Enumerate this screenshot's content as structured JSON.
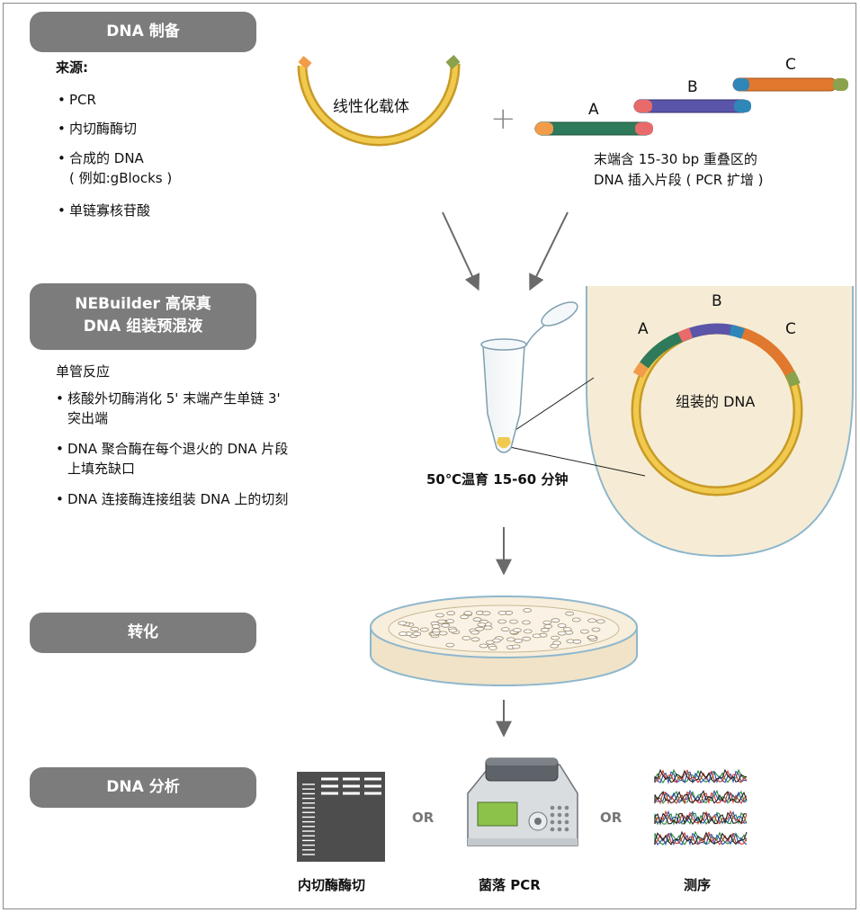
{
  "steps": {
    "prep": "DNA 制备",
    "nebuilder_line1": "NEBuilder 高保真",
    "nebuilder_line2": "DNA 组装预混液",
    "transform": "转化",
    "analysis": "DNA 分析"
  },
  "sources": {
    "heading": "来源:",
    "items": [
      "PCR",
      "内切酶酶切",
      "合成的 DNA",
      "单链寡核苷酸"
    ],
    "synth_note": "( 例如:gBlocks )"
  },
  "reaction": {
    "heading": "单管反应",
    "items": [
      [
        "核酸外切酶消化 5' 末端产生单链 3'",
        "突出端"
      ],
      [
        "DNA 聚合酶在每个退火的 DNA 片段",
        "上填充缺口"
      ],
      [
        "DNA 连接酶连接组装 DNA 上的切刻"
      ]
    ]
  },
  "diagram": {
    "vector_label": "线性化载体",
    "plus": "+",
    "fragment_labels": [
      "A",
      "B",
      "C"
    ],
    "insert_caption_line1": "末端含 15-30 bp 重叠区的",
    "insert_caption_line2": "DNA 插入片段 ( PCR 扩增 )",
    "incubation": "50℃温育 15-60 分钟",
    "assembled_label": "组装的 DNA",
    "assembled_labels": [
      "A",
      "B",
      "C"
    ]
  },
  "analysis": {
    "methods": [
      "内切酶酶切",
      "菌落 PCR",
      "测序"
    ],
    "or": "OR"
  },
  "colors": {
    "pill": "#7c7c7c",
    "vector": "#e2b23a",
    "frag_a": "#2f7a5a",
    "frag_b": "#5a55a8",
    "frag_c": "#e0782e",
    "end_a": "#f29b4a",
    "end_b": "#e86a6a",
    "end_c": "#2f86b8",
    "end_green": "#8aa24c",
    "tube_bg": "#f6ecd5"
  }
}
